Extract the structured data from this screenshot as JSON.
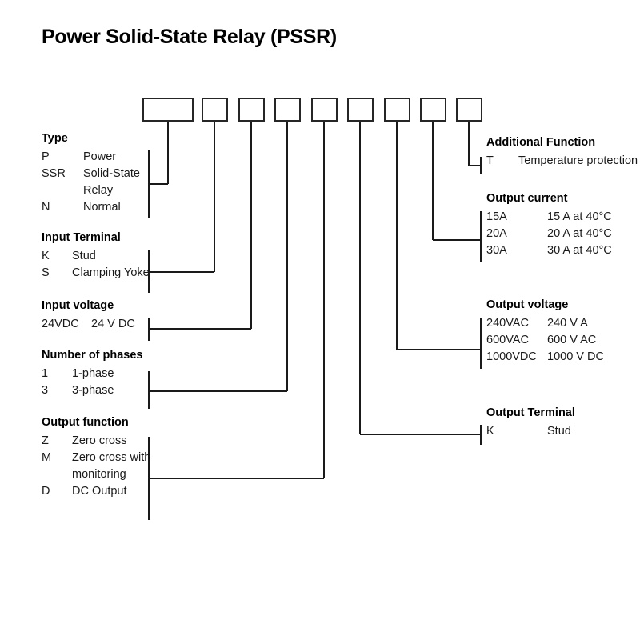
{
  "page": {
    "title": "Power Solid-State Relay (PSSR)"
  },
  "code_boxes": [
    {
      "name": "box-type",
      "value": ""
    },
    {
      "name": "box-input-terminal",
      "value": ""
    },
    {
      "name": "box-input-voltage",
      "value": ""
    },
    {
      "name": "box-number-of-phases",
      "value": ""
    },
    {
      "name": "box-output-function",
      "value": ""
    },
    {
      "name": "box-output-terminal",
      "value": ""
    },
    {
      "name": "box-output-voltage",
      "value": ""
    },
    {
      "name": "box-output-current",
      "value": ""
    },
    {
      "name": "box-additional-function",
      "value": ""
    }
  ],
  "left_groups": [
    {
      "id": "type",
      "heading": "Type",
      "rows": [
        {
          "code": "P",
          "desc": "Power"
        },
        {
          "code": "SSR",
          "desc": "Solid-State"
        },
        {
          "code": "",
          "desc": "Relay"
        },
        {
          "code": "N",
          "desc": "Normal"
        }
      ]
    },
    {
      "id": "input-terminal",
      "heading": "Input Terminal",
      "rows": [
        {
          "code": "K",
          "desc": "Stud"
        },
        {
          "code": "S",
          "desc": "Clamping Yoke"
        }
      ]
    },
    {
      "id": "input-voltage",
      "heading": "Input voltage",
      "rows": [
        {
          "code": "24VDC",
          "desc": "24 V DC"
        }
      ]
    },
    {
      "id": "number-of-phases",
      "heading": "Number of phases",
      "rows": [
        {
          "code": "1",
          "desc": "1-phase"
        },
        {
          "code": "3",
          "desc": "3-phase"
        }
      ]
    },
    {
      "id": "output-function",
      "heading": "Output function",
      "rows": [
        {
          "code": "Z",
          "desc": "Zero cross"
        },
        {
          "code": "M",
          "desc": "Zero cross with"
        },
        {
          "code": "",
          "desc": "monitoring"
        },
        {
          "code": "D",
          "desc": "DC Output"
        }
      ]
    }
  ],
  "right_groups": [
    {
      "id": "additional-function",
      "heading": "Additional Function",
      "rows": [
        {
          "code": "T",
          "desc": "Temperature protection"
        }
      ]
    },
    {
      "id": "output-current",
      "heading": "Output current",
      "rows": [
        {
          "code": "15A",
          "desc": "15 A at 40°C"
        },
        {
          "code": "20A",
          "desc": "20 A at 40°C"
        },
        {
          "code": "30A",
          "desc": "30 A at 40°C"
        }
      ]
    },
    {
      "id": "output-voltage",
      "heading": "Output voltage",
      "rows": [
        {
          "code": "240VAC",
          "desc": "240 V A"
        },
        {
          "code": "600VAC",
          "desc": "600 V AC"
        },
        {
          "code": "1000VDC",
          "desc": "1000 V DC"
        }
      ]
    },
    {
      "id": "output-terminal",
      "heading": "Output Terminal",
      "rows": [
        {
          "code": "K",
          "desc": "Stud"
        }
      ]
    }
  ],
  "colors": {
    "line": "#1a1a1a",
    "box_border": "#262626",
    "text": "#1a1a1a",
    "background": "#ffffff"
  }
}
